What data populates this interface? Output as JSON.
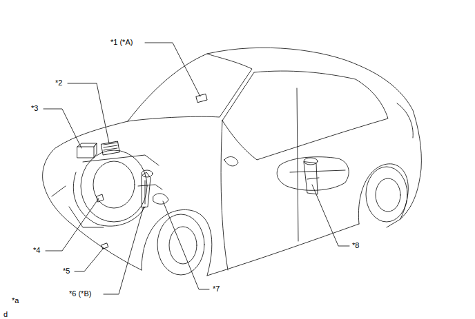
{
  "diagram": {
    "labels": [
      "*1 (*A)",
      "*2",
      "*3",
      "*4",
      "*5",
      "*6 (*B)",
      "*7",
      "*8",
      "*a",
      "d"
    ]
  }
}
